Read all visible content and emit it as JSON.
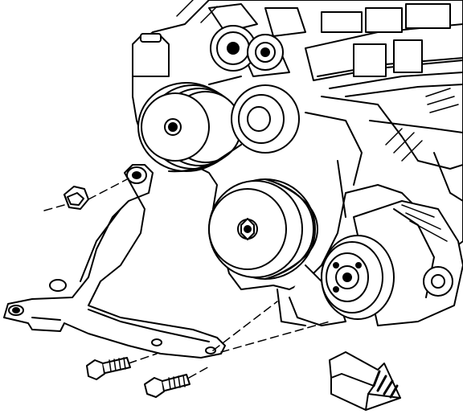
{
  "diagram": {
    "style": "black-and-white line illustration",
    "colors": {
      "ink": "#000000",
      "paper": "#ffffff"
    },
    "parts": [
      {
        "id": "engine-block",
        "label": ""
      },
      {
        "id": "upper-idler-pulley",
        "label": ""
      },
      {
        "id": "power-steering-pulley",
        "label": ""
      },
      {
        "id": "water-pump-pulley",
        "label": ""
      },
      {
        "id": "crankshaft-pulley",
        "label": ""
      },
      {
        "id": "ac-compressor",
        "label": ""
      },
      {
        "id": "mounting-bracket",
        "label": ""
      },
      {
        "id": "nut",
        "label": ""
      },
      {
        "id": "bolt-1",
        "label": ""
      },
      {
        "id": "bolt-2",
        "label": ""
      },
      {
        "id": "view-arrow",
        "label": ""
      }
    ]
  }
}
